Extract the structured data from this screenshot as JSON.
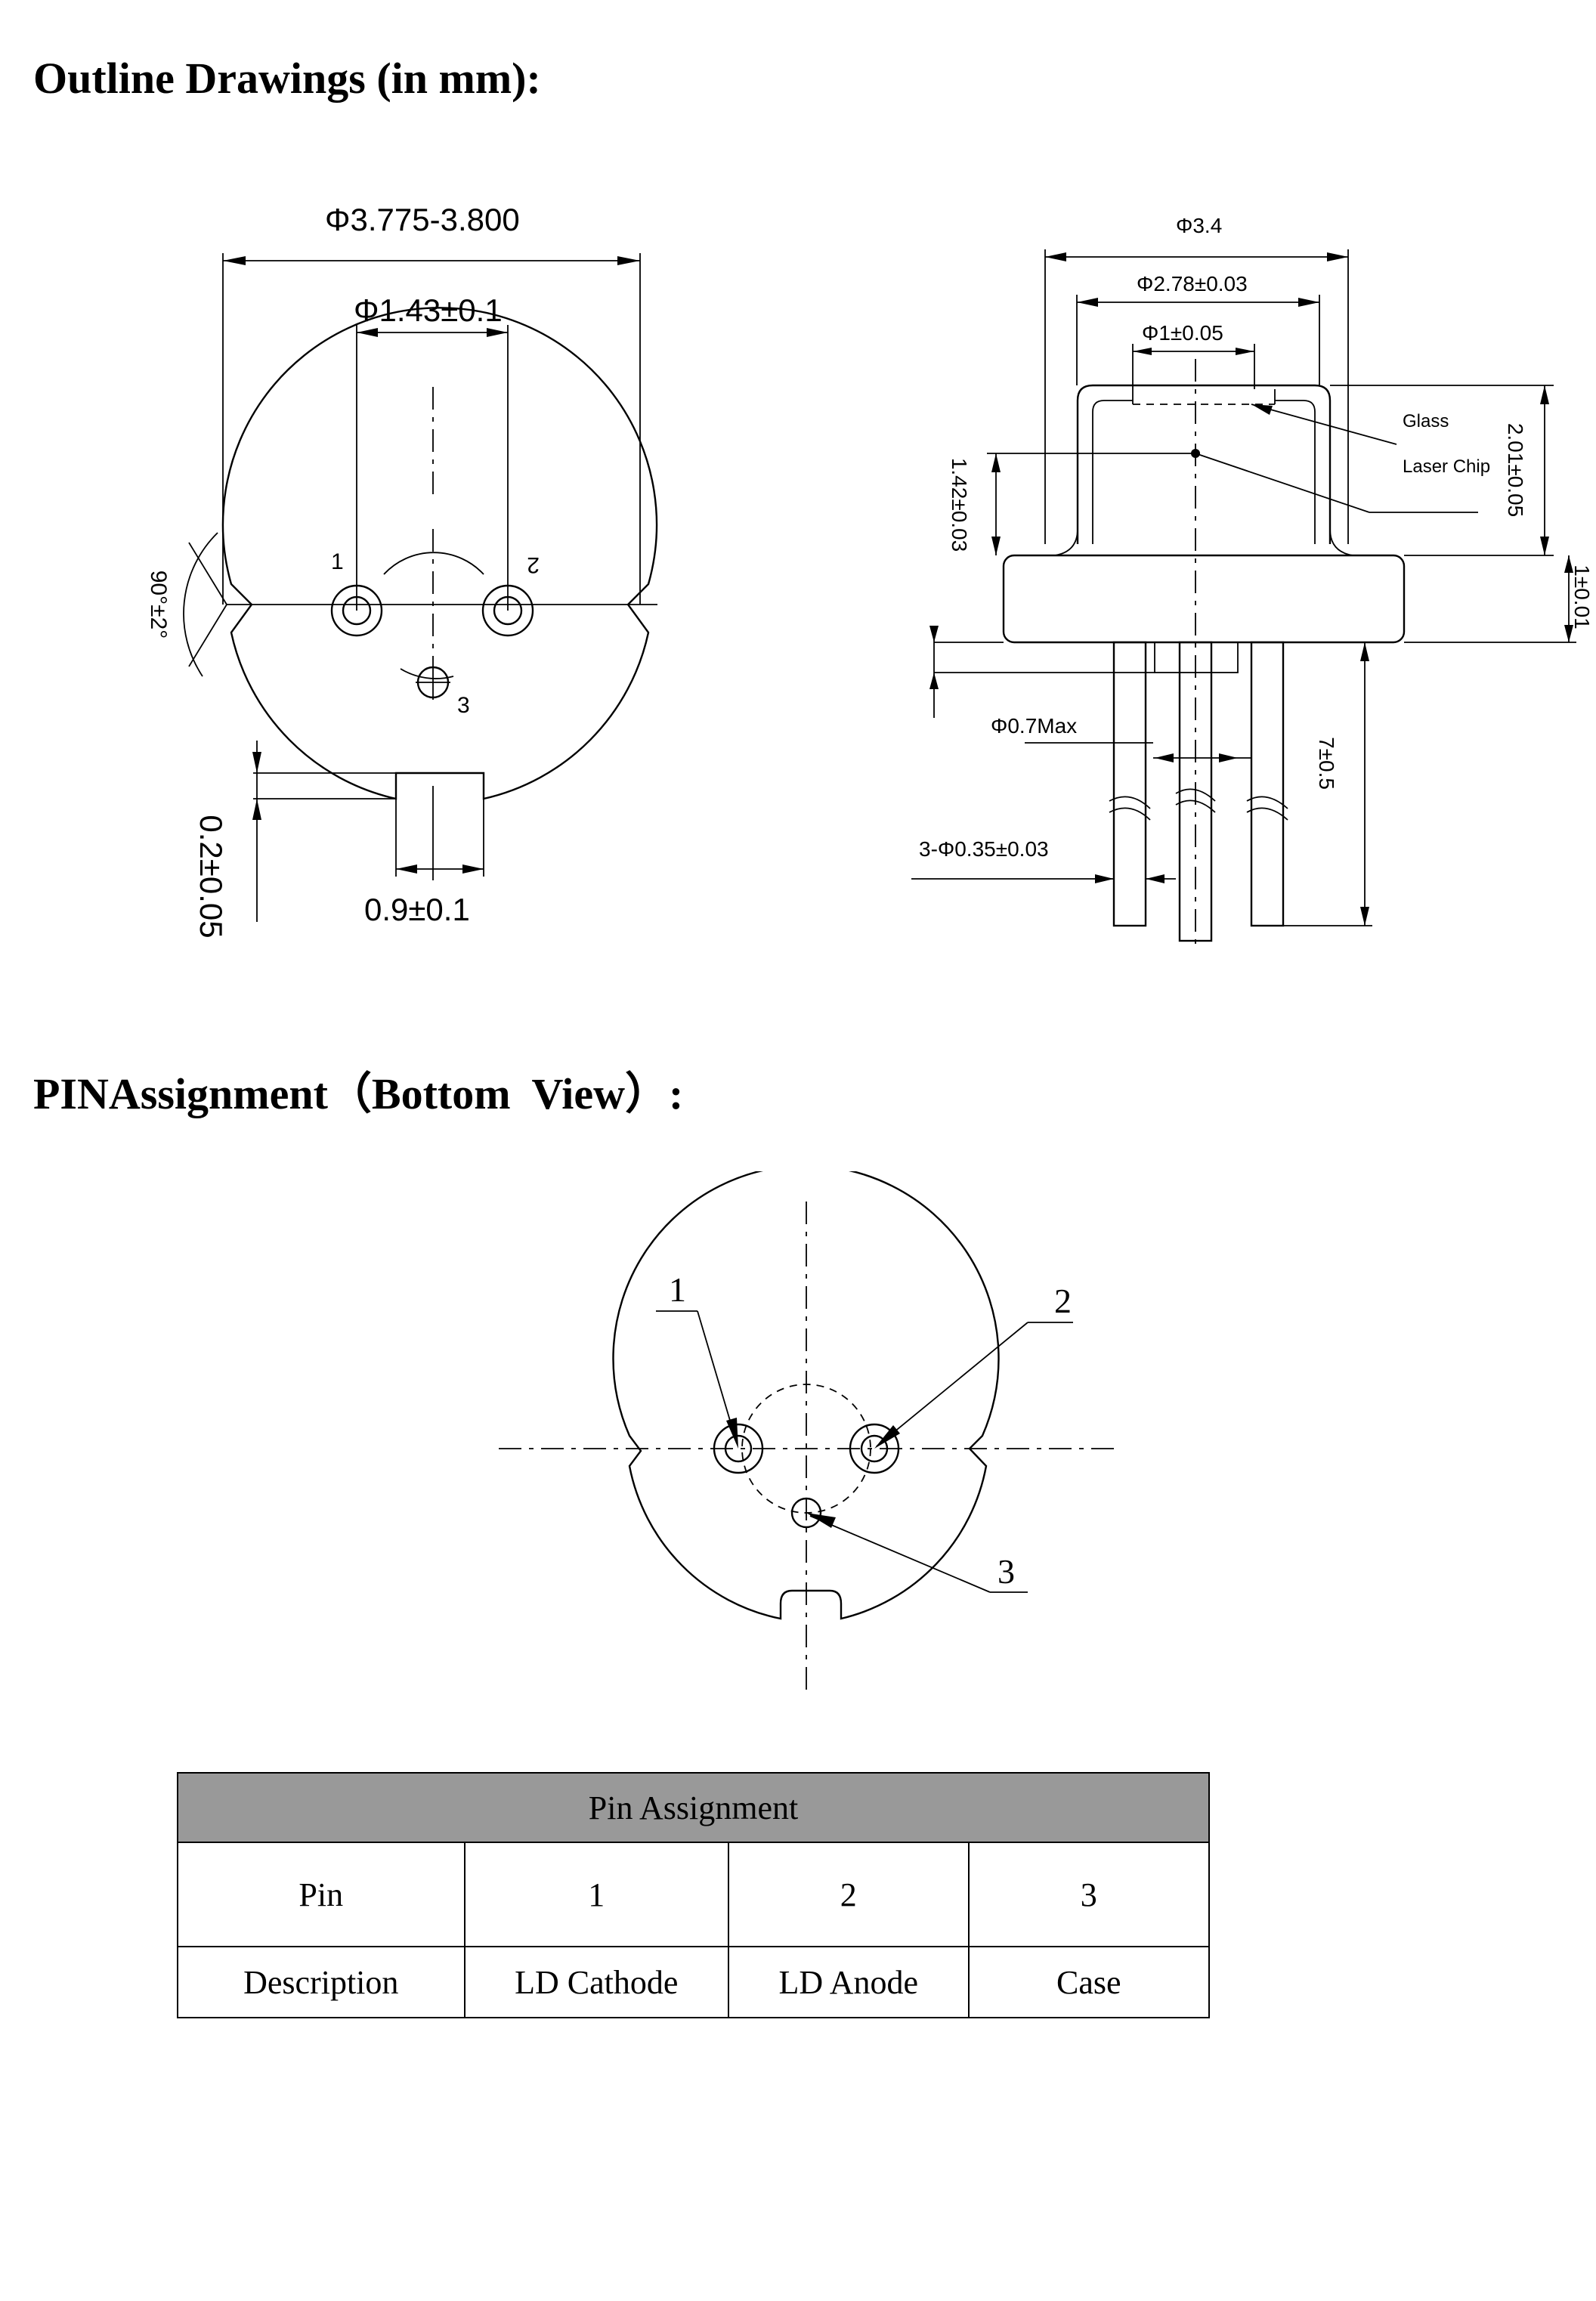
{
  "headings": {
    "outline": "Outline Drawings (in mm):",
    "pin_assignment": "PINAssignment（Bottom  View）:"
  },
  "front_view": {
    "dim_outer_diameter": "Φ3.775-3.800",
    "dim_pin_circle": "Φ1.43±0.1",
    "dim_angle": "90°±2°",
    "dim_key_depth": "0.2±0.05",
    "dim_key_width": "0.9±0.1",
    "pin_1": "1",
    "pin_2": "2",
    "pin_3": "3"
  },
  "side_view": {
    "dim_cap_diameter": "Φ3.4",
    "dim_window_diameter": "Φ2.78±0.03",
    "dim_glass_diameter": "Φ1±0.05",
    "label_glass": "Glass",
    "label_laser_chip": "Laser Chip",
    "dim_cap_height": "2.01±0.05",
    "dim_flange_thickness": "1±0.01",
    "dim_chip_height": "1.42±0.03",
    "dim_base_diameter": "Φ0.7Max",
    "dim_pin_length": "7±0.5",
    "dim_pin_diameter": "3-Φ0.35±0.03"
  },
  "bottom_view": {
    "pin_1": "1",
    "pin_2": "2",
    "pin_3": "3"
  },
  "pin_table": {
    "title": "Pin Assignment",
    "pin_header": "Pin",
    "pins": [
      "1",
      "2",
      "3"
    ],
    "description_header": "Description",
    "descriptions": [
      "LD Cathode",
      "LD Anode",
      "Case"
    ]
  }
}
